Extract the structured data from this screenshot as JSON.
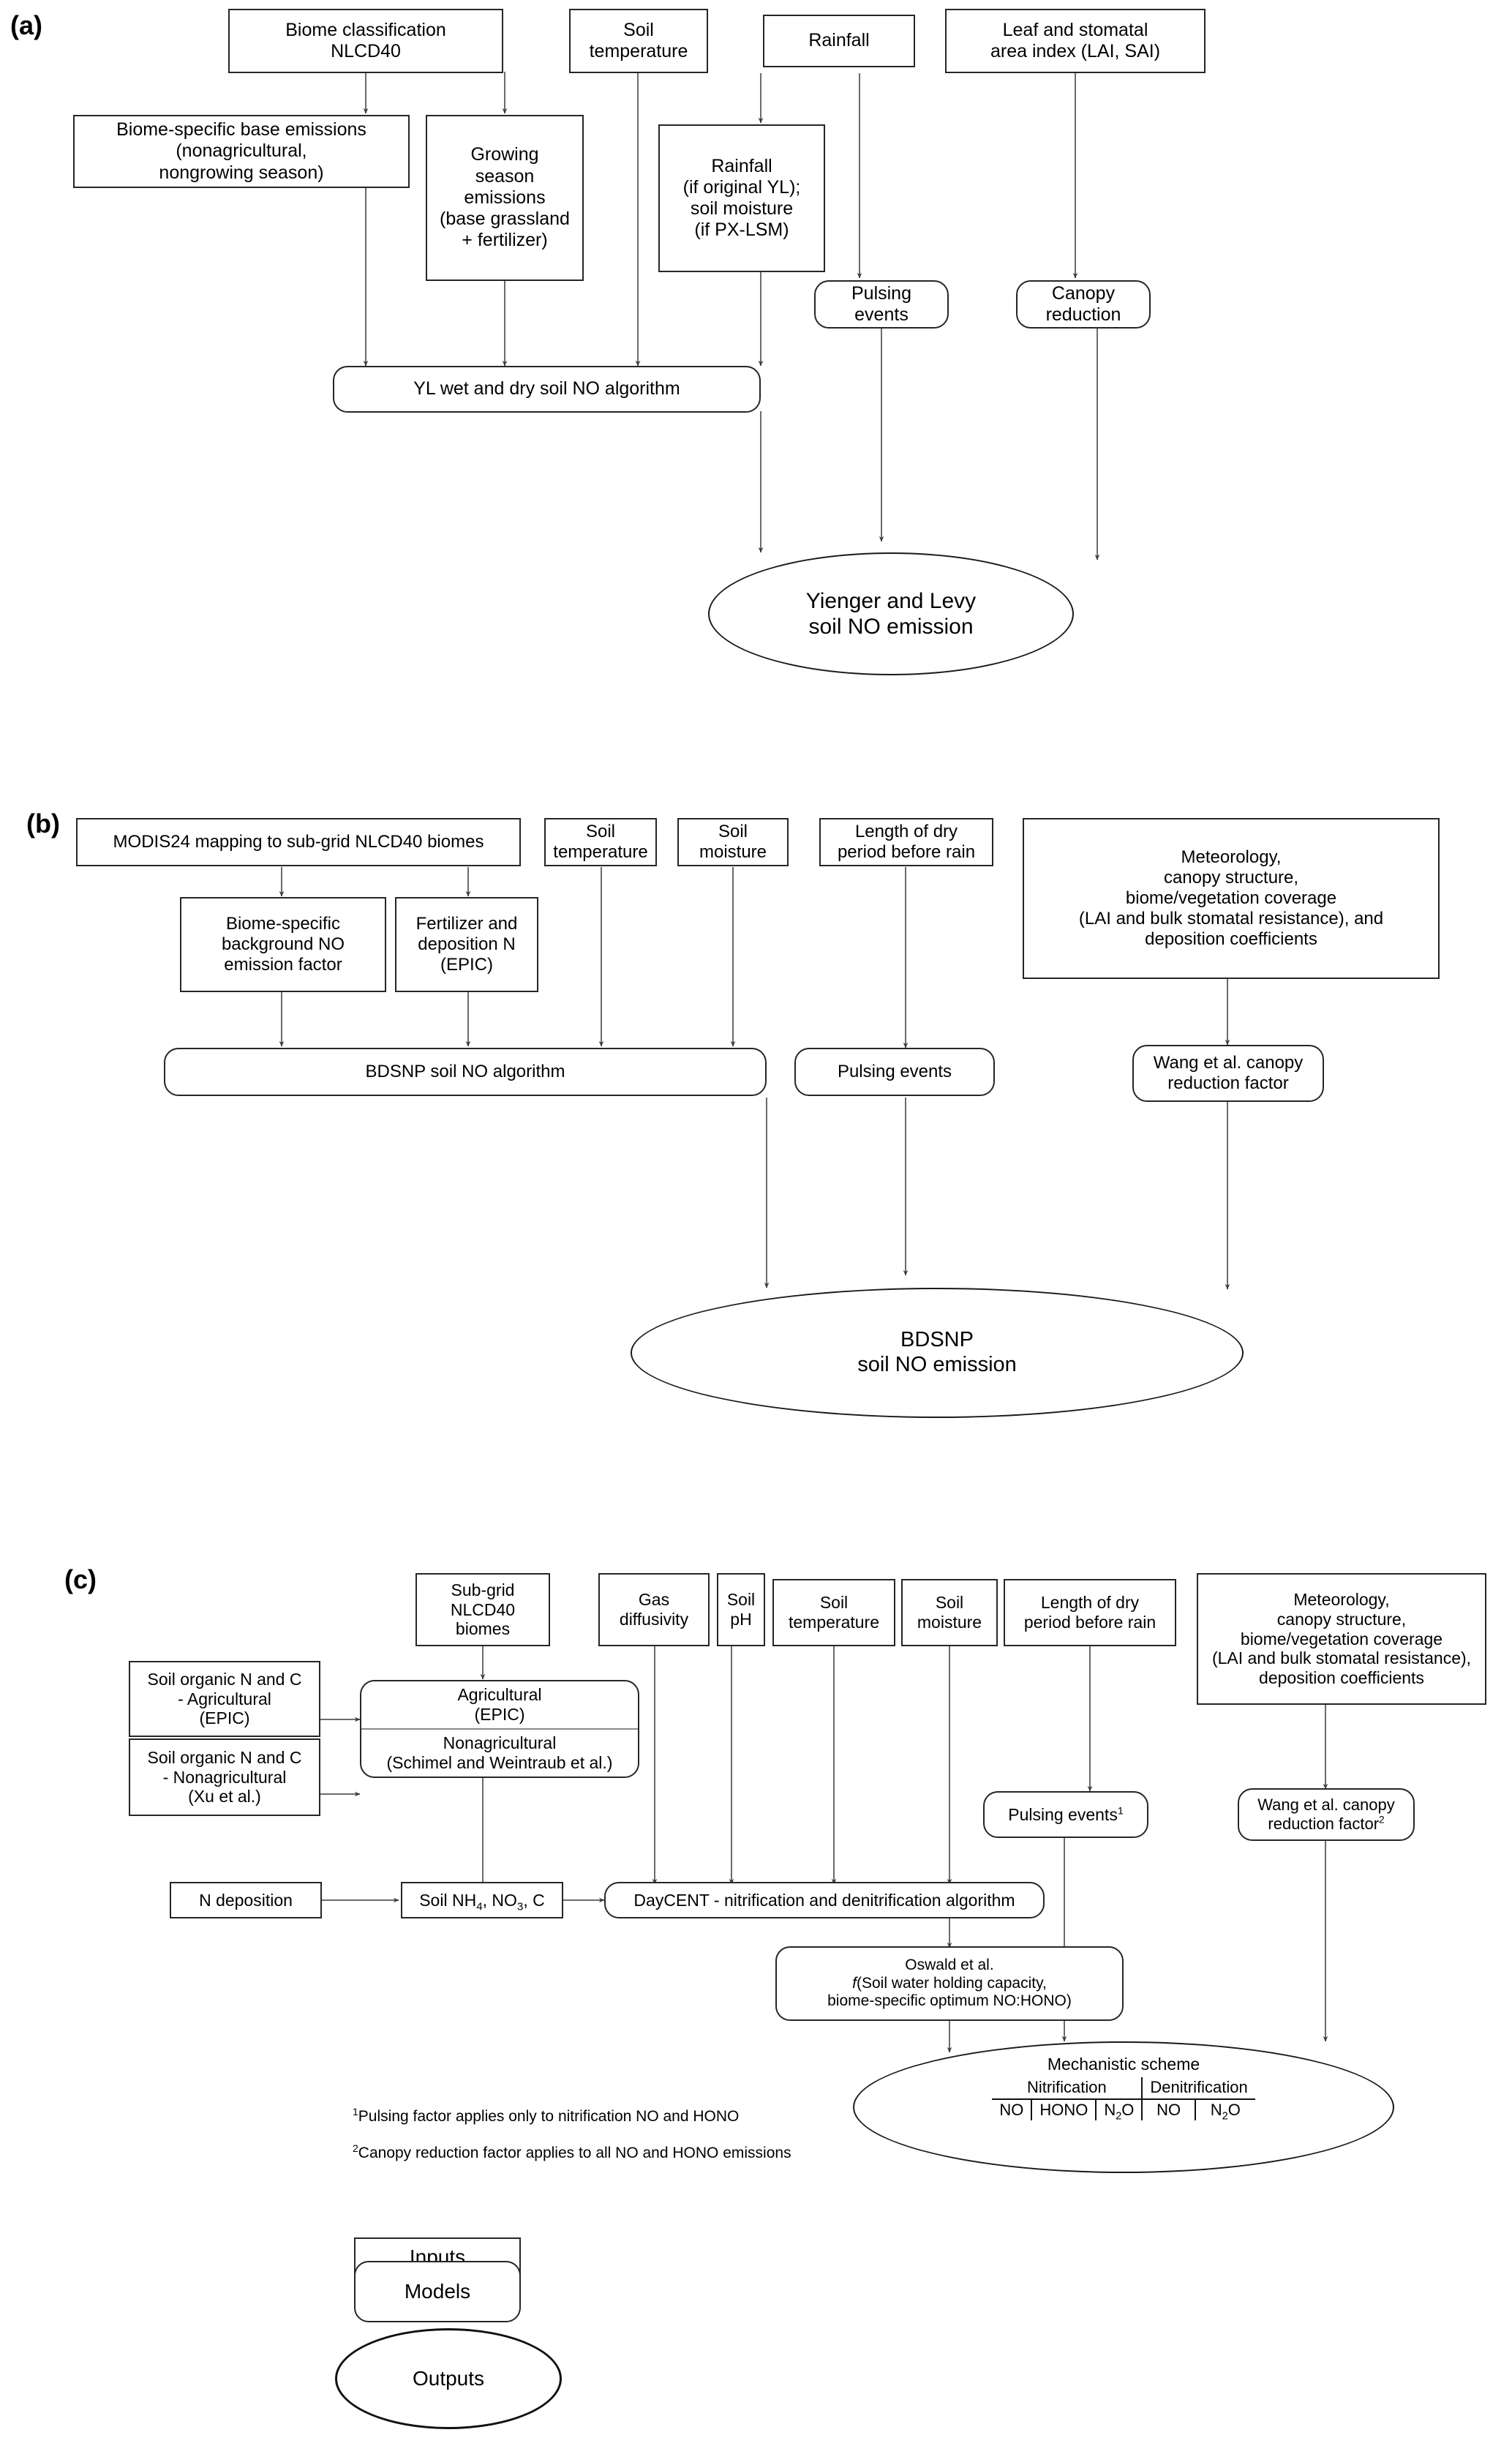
{
  "figure": {
    "panels": [
      {
        "id": "a",
        "label": "(a)"
      },
      {
        "id": "b",
        "label": "(b)"
      },
      {
        "id": "c",
        "label": "(c)"
      }
    ]
  },
  "panel_a": {
    "label": "(a)",
    "inputs": {
      "biome_classification": "Biome classification\nNLCD40",
      "soil_temperature": "Soil\ntemperature",
      "rainfall": "Rainfall",
      "lai_sai": "Leaf and stomatal\narea index (LAI, SAI)",
      "base_emissions": "Biome-specific base emissions\n(nonagricultural,\nnongrowing season)",
      "growing_season": "Growing\nseason\nemissions\n(base grassland\n+ fertilizer)",
      "rainfall_moisture": "Rainfall\n(if original YL);\nsoil moisture\n(if PX-LSM)"
    },
    "models": {
      "pulsing_events": "Pulsing\nevents",
      "canopy_reduction": "Canopy\nreduction",
      "yl_algorithm": "YL wet and dry soil NO algorithm"
    },
    "output": {
      "yl_emission": "Yienger and Levy\nsoil NO emission"
    }
  },
  "panel_b": {
    "label": "(b)",
    "inputs": {
      "modis24": "MODIS24 mapping to sub-grid NLCD40 biomes",
      "soil_temperature": "Soil\ntemperature",
      "soil_moisture": "Soil\nmoisture",
      "dry_period": "Length of dry\nperiod before rain",
      "meteorology": "Meteorology,\ncanopy structure,\nbiome/vegetation coverage\n(LAI and bulk stomatal resistance), and\ndeposition coefficients",
      "background_no": "Biome-specific\nbackground  NO\nemission factor",
      "fertilizer_n": "Fertilizer and\ndeposition N\n(EPIC)"
    },
    "models": {
      "bdsnp_algorithm": "BDSNP soil NO algorithm",
      "pulsing_events": "Pulsing events",
      "wang_canopy": "Wang et al. canopy\nreduction factor"
    },
    "output": {
      "bdsnp_emission": "BDSNP\nsoil NO emission"
    }
  },
  "panel_c": {
    "label": "(c)",
    "inputs": {
      "subgrid_biomes": "Sub-grid\nNLCD40 biomes",
      "gas_diffusivity": "Gas\ndiffusivity",
      "soil_ph": "Soil\npH",
      "soil_temperature": "Soil\ntemperature",
      "soil_moisture": "Soil\nmoisture",
      "dry_period": "Length of dry\nperiod before rain",
      "meteorology": "Meteorology,\ncanopy structure,\nbiome/vegetation coverage\n(LAI and bulk stomatal resistance),\ndeposition coefficients",
      "soil_organic_ag": "Soil organic N and C\n-    Agricultural\n(EPIC)",
      "soil_organic_nonag": "Soil organic N and C\n- Nonagricultural\n(Xu et al.)",
      "n_deposition": "N deposition",
      "soil_nutrients_pre": "Soil NH",
      "soil_nutrients_sub1": "4",
      "soil_nutrients_mid": ", NO",
      "soil_nutrients_sub2": "3",
      "soil_nutrients_post": ", C"
    },
    "models": {
      "agricultural_epic": "Agricultural\n(EPIC)",
      "nonagricultural": "Nonagricultural\n(Schimel and Weintraub et al.)",
      "daycent": "DayCENT - nitrification and denitrification algorithm",
      "oswald_line1": "Oswald et al.",
      "oswald_line2_italic": "f",
      "oswald_line2_rest": "(Soil water holding capacity,",
      "oswald_line3": "biome-specific  optimum NO:HONO)",
      "pulsing_events": "Pulsing events",
      "pulsing_events_sup": "1",
      "wang_canopy": "Wang et al. canopy\nreduction factor",
      "wang_canopy_sup": "2"
    },
    "output": {
      "mechanistic_title": "Mechanistic scheme",
      "col_nitrification": "Nitrification",
      "col_denitrification": "Denitrification",
      "species": [
        {
          "name": "NO",
          "sub": ""
        },
        {
          "name": "HONO",
          "sub": ""
        },
        {
          "name": "N",
          "sub": "2",
          "post": "O"
        },
        {
          "name": "NO",
          "sub": ""
        },
        {
          "name": "N",
          "sub": "2",
          "post": "O"
        }
      ]
    },
    "footnotes": [
      {
        "marker": "1",
        "text": "Pulsing factor applies only to nitrification NO and HONO"
      },
      {
        "marker": "2",
        "text": "Canopy reduction factor applies to all NO and HONO emissions"
      }
    ]
  },
  "legend": {
    "inputs": "Inputs",
    "models": "Models",
    "outputs": "Outputs"
  },
  "colors": {
    "stroke": "#262626",
    "line": "#4d4d4d",
    "background": "#ffffff",
    "text": "#000000"
  }
}
